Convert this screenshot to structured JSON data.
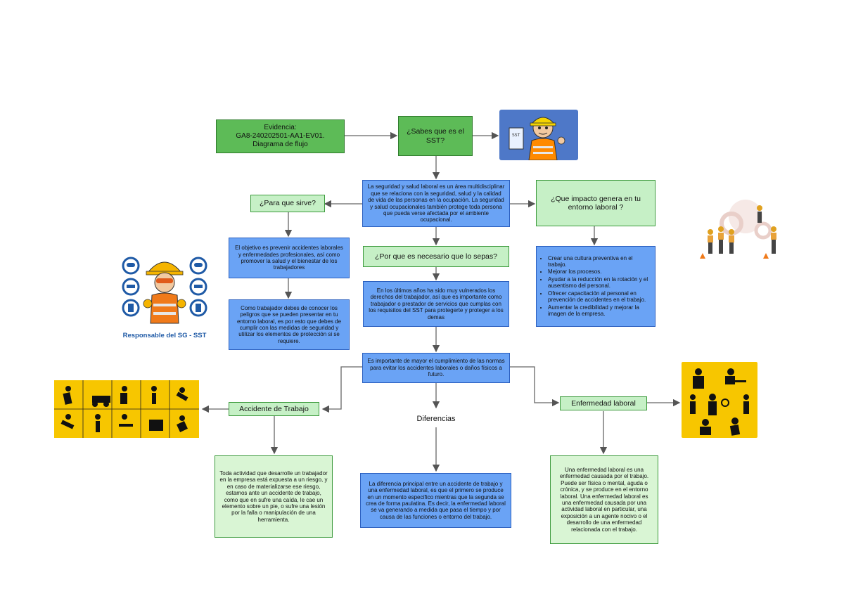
{
  "diagram": {
    "evidence": "Evidencia:\nGA8-240202501-AA1-EV01.\nDiagrama de flujo",
    "question_sst": "¿Sabes que es el SST?",
    "definition": "La seguridad y salud laboral es un área multidisciplinar que se relaciona con la seguridad, salud y la calidad de vida de las personas en la ocupación. La seguridad y salud ocupacionales también protege toda persona que pueda verse afectada por el ambiente ocupacional.",
    "para_que": "¿Para que sirve?",
    "objetivo": "El objetivo es prevenir accidentes laborales y enfermedades profesionales, así como promover la salud y el bienestar de los trabajadores",
    "trabajador": "Como trabajador debes de conocer los peligros que se pueden presentar en tu entorno laboral, es por esto que debes de cumplir con las medidas de seguridad y utilizar los elementos de protección si se requiere.",
    "impacto": "¿Que impacto genera en tu entorno laboral ?",
    "impacto_items": [
      "Crear una cultura preventiva en el trabajo.",
      "Mejorar los procesos.",
      "Ayudar a la reducción en la rotación y el ausentismo del personal.",
      "Ofrecer capacitación al personal en prevención de accidentes en el trabajo.",
      "Aumentar la credibilidad y mejorar la imagen de la empresa."
    ],
    "por_que": "¿Por que es necesario que lo sepas?",
    "ultimos": "En los últimos años ha sido muy vulnerados los derechos del trabajador, así que es importante como trabajador o prestador de servicios que cumplas con los requisitos del SST para protegerte y proteger a los demas",
    "importante": "Es importante de mayor el cumplimiento de las normas para evitar los accidentes laborales o daños físicos a futuro.",
    "accidente": "Accidente de Trabajo",
    "enfermedad": "Enfermedad laboral",
    "diferencias": "Diferencias",
    "accidente_def": "Toda actividad que desarrolle un trabajador en la empresa está expuesta a un riesgo, y en caso de materializarse ese riesgo, estamos ante un accidente de trabajo, como que en sufre una caída, le cae un elemento sobre un pie, o sufre una lesión por la falla o manipulación de una herramienta.",
    "diferencia_def": "La diferencia principal entre un accidente de trabajo y una enfermedad laboral, es que el primero se produce en un momento específico mientras que la segunda se crea de forma paulatina. Es decir, la enfermedad laboral se va generando a medida que pasa el tiempo y por causa de las funciones o entorno del trabajo.",
    "enfermedad_def": "Una enfermedad laboral es una enfermedad causada por el trabajo. Puede ser física o mental, aguda o crónica, y se produce en el entorno laboral. Una enfermedad laboral es una enfermedad causada por una actividad laboral en particular, una exposición a un agente nocivo o el desarrollo de una enfermedad relacionada con el trabajo.",
    "responsable": "Responsable del SG - SST"
  },
  "colors": {
    "green_dark": "#5dbb57",
    "green_light": "#c6f0c6",
    "blue": "#6aa3f5",
    "yellow": "#f7c600",
    "navy_panel": "#3e66b8"
  },
  "icons": [
    "engineer-cartoon-icon",
    "team-workers-icon",
    "ppe-worker-icon",
    "accident-pictograms-icon",
    "illness-pictograms-icon"
  ]
}
